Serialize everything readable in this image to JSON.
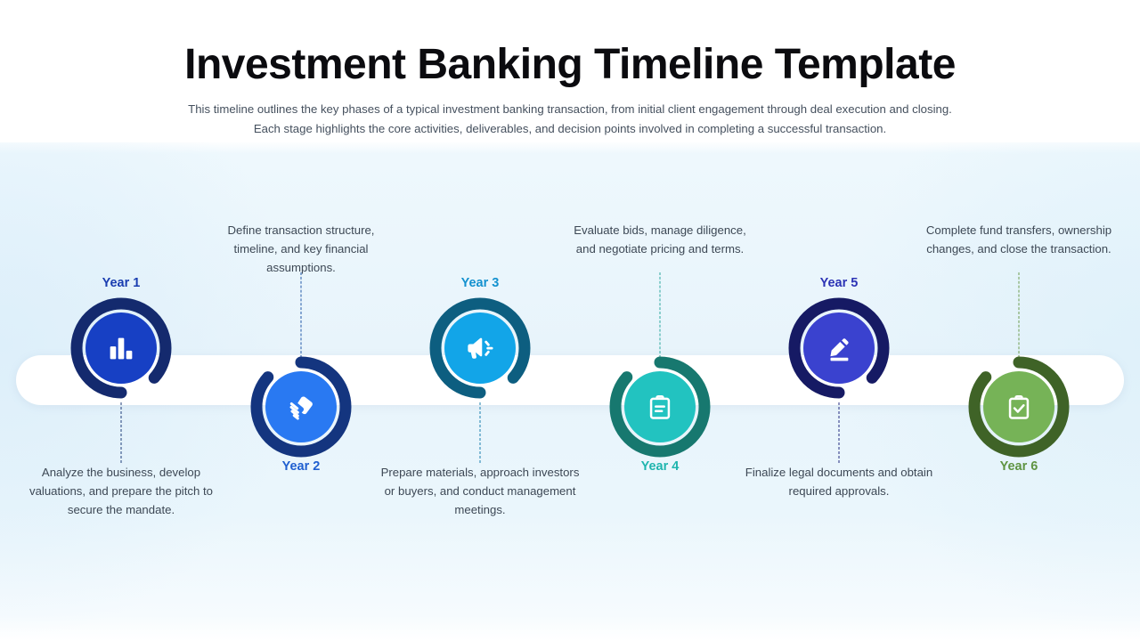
{
  "header": {
    "title": "Investment Banking Timeline Template",
    "subtitle_line1": "This timeline outlines the key phases of a typical investment banking transaction, from initial client engagement through deal execution and closing.",
    "subtitle_line2": "Each stage highlights the core activities, deliverables, and decision points involved in completing a successful transaction."
  },
  "colors": {
    "background": "#e8f4fb",
    "track": "#ffffff",
    "title": "#0b0b0f",
    "body_text": "#3d4855"
  },
  "timeline": {
    "milestones": [
      {
        "year_label": "Year 1",
        "description": "Analyze the business, develop valuations, and prepare the pitch to secure the mandate.",
        "icon": "bar-chart-icon",
        "position": "below",
        "core_color": "#1740c4",
        "ring_color": "#142a6e",
        "label_color": "#1a3db0",
        "connector_color": "#1f3d7a"
      },
      {
        "year_label": "Year 2",
        "description": "Define transaction structure, timeline, and key financial assumptions.",
        "icon": "handshake-icon",
        "position": "above",
        "core_color": "#2979f2",
        "ring_color": "#14357f",
        "label_color": "#1f5fd0",
        "connector_color": "#2158a8"
      },
      {
        "year_label": "Year 3",
        "description": "Prepare materials, approach investors or buyers, and conduct management meetings.",
        "icon": "megaphone-icon",
        "position": "below",
        "core_color": "#12a5e8",
        "ring_color": "#0d5e80",
        "label_color": "#1391cf",
        "connector_color": "#1b7fae"
      },
      {
        "year_label": "Year 4",
        "description": "Evaluate bids, manage diligence, and negotiate pricing and terms.",
        "icon": "clipboard-icon",
        "position": "above",
        "core_color": "#22c3c0",
        "ring_color": "#17786f",
        "label_color": "#1fb5ae",
        "connector_color": "#2aa79e"
      },
      {
        "year_label": "Year 5",
        "description": "Finalize legal documents and obtain required approvals.",
        "icon": "pen-sign-icon",
        "position": "below",
        "core_color": "#3a42cf",
        "ring_color": "#161a64",
        "label_color": "#2c33b5",
        "connector_color": "#232a80"
      },
      {
        "year_label": "Year 6",
        "description": "Complete fund transfers, ownership changes, and close the transaction.",
        "icon": "clipboard-check-icon",
        "position": "above",
        "core_color": "#76b357",
        "ring_color": "#3f6327",
        "label_color": "#5f9442",
        "connector_color": "#6d9c4e"
      }
    ]
  }
}
